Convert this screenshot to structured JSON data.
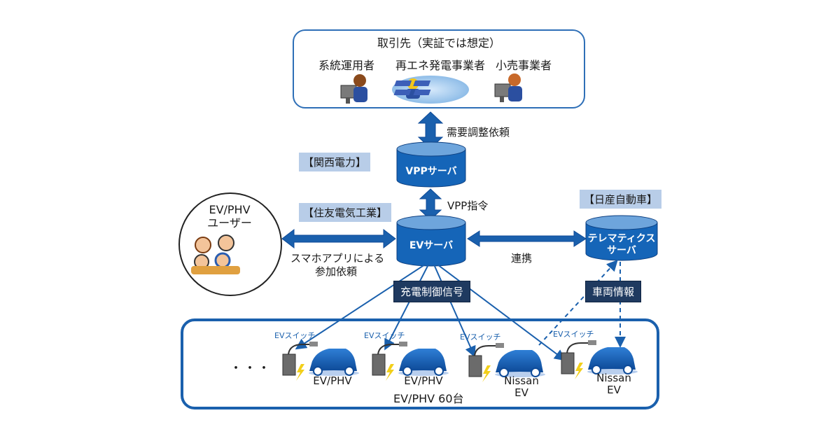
{
  "partners": {
    "title": "取引先（実証では想定）",
    "items": [
      {
        "label": "系統運用者",
        "icon": "operator-at-computer"
      },
      {
        "label": "再エネ発電事業者",
        "icon": "solar-worker"
      },
      {
        "label": "小売事業者",
        "icon": "retailer-at-computer"
      }
    ]
  },
  "arrows": {
    "demand_request": "需要調整依頼",
    "vpp_command": "VPP指令",
    "app_request_line1": "スマホアプリによる",
    "app_request_line2": "参加依頼",
    "cooperation": "連携"
  },
  "orgs": {
    "kansai": "【関西電力】",
    "sumitomo": "【住友電気工業】",
    "nissan": "【日産自動車】"
  },
  "servers": {
    "vpp": "VPPサーバ",
    "ev": "EVサーバ",
    "telematics_line1": "テレマティクス",
    "telematics_line2": "サーバ"
  },
  "user": {
    "line1": "EV/PHV",
    "line2": "ユーザー"
  },
  "signals": {
    "charge_control": "充電制御信号",
    "vehicle_info": "車両情報"
  },
  "fleet": {
    "ellipsis": "・・・",
    "total": "EV/PHV 60台",
    "vehicles": [
      {
        "switch": "EVスイッチ",
        "line1": "EV/PHV",
        "line2": ""
      },
      {
        "switch": "EVスイッチ",
        "line1": "EV/PHV",
        "line2": ""
      },
      {
        "switch": "EVスイッチ",
        "line1": "Nissan",
        "line2": "EV"
      },
      {
        "switch": "EVスイッチ",
        "line1": "Nissan",
        "line2": "EV"
      }
    ]
  },
  "colors": {
    "primary_blue": "#1a60ad",
    "server_blue": "#1565b8",
    "org_label_bg": "#b8cde8",
    "dark_label_bg": "#1f3a60"
  }
}
